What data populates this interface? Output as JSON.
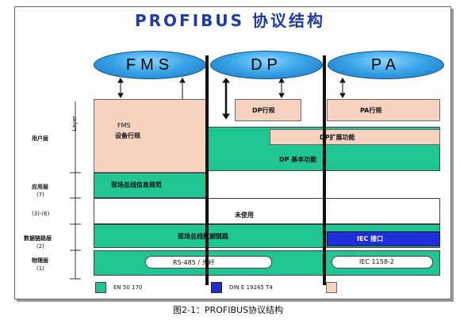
{
  "title": "PROFIBUS 协议结构",
  "protocols": {
    "fms": "FMS",
    "dp": "DP",
    "pa": "PA"
  },
  "layer_label": "Layer",
  "left_labels": {
    "user": "用户层",
    "app": "应用层",
    "app_num": "(7)",
    "mid": "(3)-(6)",
    "datalink": "数据链路层",
    "datalink_num": "(2)",
    "physical": "物理层",
    "physical_num": "(1)"
  },
  "blocks": {
    "fms_spec_1": "FMS",
    "fms_spec_2": "设备行规",
    "dp_profile": "DP行规",
    "pa_profile": "PA行规",
    "dp_ext": "DP扩展功能",
    "dp_basic": "DP 基本功能",
    "fieldbus_msg": "现场总线信息规范",
    "unused": "未使用",
    "fieldbus_link": "现场总线数据链路",
    "iec_interface": "IEC 接口",
    "rs485": "RS-485 / 光纤",
    "iec1158": "IEC 1158-2"
  },
  "legend": {
    "green": "EN 50 170",
    "blue": "DIN E 19245 T4"
  },
  "caption": "图2-1：PROFIBUS协议结构",
  "colors": {
    "green": "#1fc592",
    "blue": "#1d2fd8",
    "pink": "#f8d2c0",
    "title": "#1f3aa8"
  }
}
